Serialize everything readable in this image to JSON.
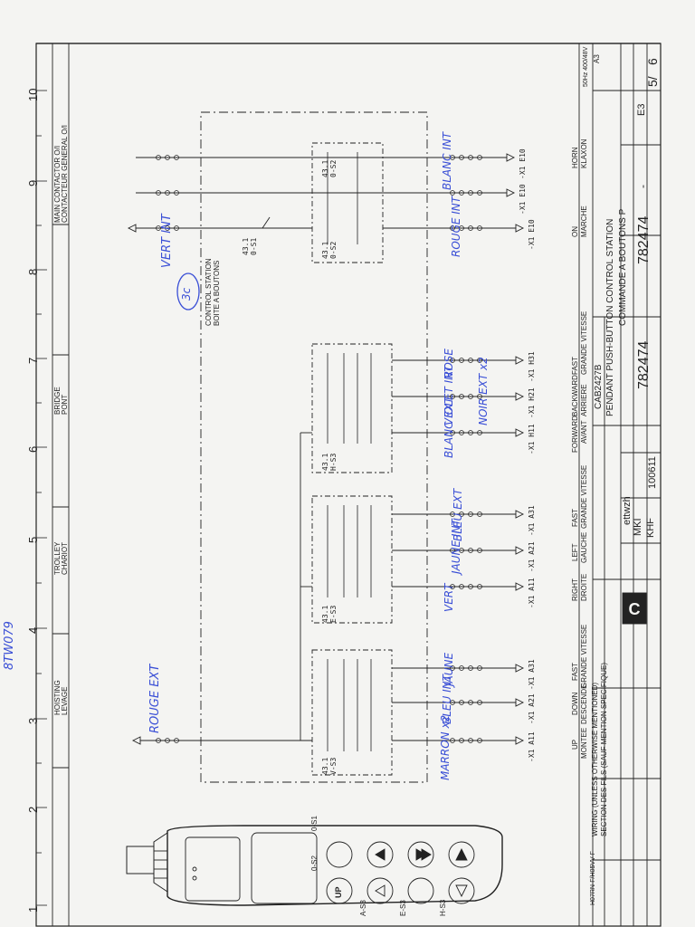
{
  "ruler": {
    "numbers": [
      "1",
      "2",
      "3",
      "4",
      "5",
      "6",
      "7",
      "8",
      "9",
      "10"
    ]
  },
  "sections": {
    "hoisting": [
      "HOISTING",
      "LEVAGE"
    ],
    "trolley": [
      "TROLLEY",
      "CHARIOT"
    ],
    "bridge": [
      "BRIDGE",
      "PONT"
    ],
    "main": [
      "MAIN CONTACTOR O/I",
      "CONTACTEUR GENERAL O/I"
    ]
  },
  "handwritten": {
    "margin": "8TW079",
    "rouge_ext": "ROUGE EXT",
    "vert_int": "VERT INT",
    "marron": "MARRON x2",
    "bleu_int": "BLEU INT",
    "jaune": "JAUNE",
    "vert2": "VERT",
    "jaune_int": "JAUNE INT",
    "bleu_ext": "BLEU EXT",
    "blanc_ext": "BLANC EXT",
    "violet_int": "VIOLET INT",
    "noir_ext": "NOIR EXT x2",
    "rose": "ROSE",
    "rouge_int": "ROUGE INT",
    "blanc_int": "BLANC INT",
    "circled": "3c"
  },
  "control_station": [
    "CONTROL STATION",
    "BOITE A BOUTONS"
  ],
  "pendant": {
    "labels": [
      "0-S1",
      "0-S2",
      "A-S3",
      "E-S3",
      "H-S3"
    ],
    "up": "UP"
  },
  "functions": {
    "up": [
      "UP",
      "MONTEE"
    ],
    "down": [
      "DOWN",
      "DESCENDE"
    ],
    "fast1": [
      "FAST",
      "GRANDE VITESSE"
    ],
    "right": [
      "RIGHT",
      "DROITE"
    ],
    "left": [
      "LEFT",
      "GAUCHE"
    ],
    "fast2": [
      "FAST",
      "GRANDE VITESSE"
    ],
    "forward": [
      "FORWARD",
      "AVANT"
    ],
    "backward": [
      "BACKWARD",
      "ARRIERE"
    ],
    "fast3": [
      "FAST",
      "GRANDE VITESSE"
    ],
    "on": [
      "ON",
      "MARCHE"
    ],
    "horn": [
      "HORN",
      "KLAXON"
    ]
  },
  "wiring_note": [
    "WIRING (UNLESS OTHERWISE MENTIONED)",
    "SECTION DES FILS (SAUF MENTION SPECIFIQUE)"
  ],
  "wire_spec": "H07RN-F/H05VV-F",
  "title_block": {
    "part": "CAB2427B",
    "title_en": "PENDANT PUSH-BUTTON CONTROL STATION",
    "title_fr": "COMMANDE A BOUTONS P",
    "doc1": "782474",
    "doc2": "782474",
    "sep": "-",
    "location": "E3",
    "size": "A3",
    "power": "50Hz 400/48V",
    "sheet": "5/",
    "sheet_total": "6",
    "date": "100611",
    "drawn": "MKI",
    "checked": "KHF",
    "author": "ettwzh"
  },
  "devices": {
    "s1": [
      "43.1",
      "V-S3"
    ],
    "s2": [
      "43.1",
      "E-S3"
    ],
    "s3": [
      "43.1",
      "H-S3"
    ],
    "s4": [
      "43.1",
      "0-S1"
    ],
    "s5": [
      "43.1",
      "0-S2"
    ],
    "s6": [
      "43.1",
      "0-S2"
    ]
  },
  "terminals": {
    "up": "-X1 A11",
    "down": "-X1 A21",
    "fast1": "-X1 A31",
    "right": "-X1 A11",
    "left": "-X1 A21",
    "fast2": "-X1 A31",
    "forward": "-X1 H11",
    "backward": "-X1 H21",
    "fast3": "-X1 H31",
    "on": "-X1 E10",
    "horn": "-X1 E10",
    "main": "-X1 E10"
  }
}
